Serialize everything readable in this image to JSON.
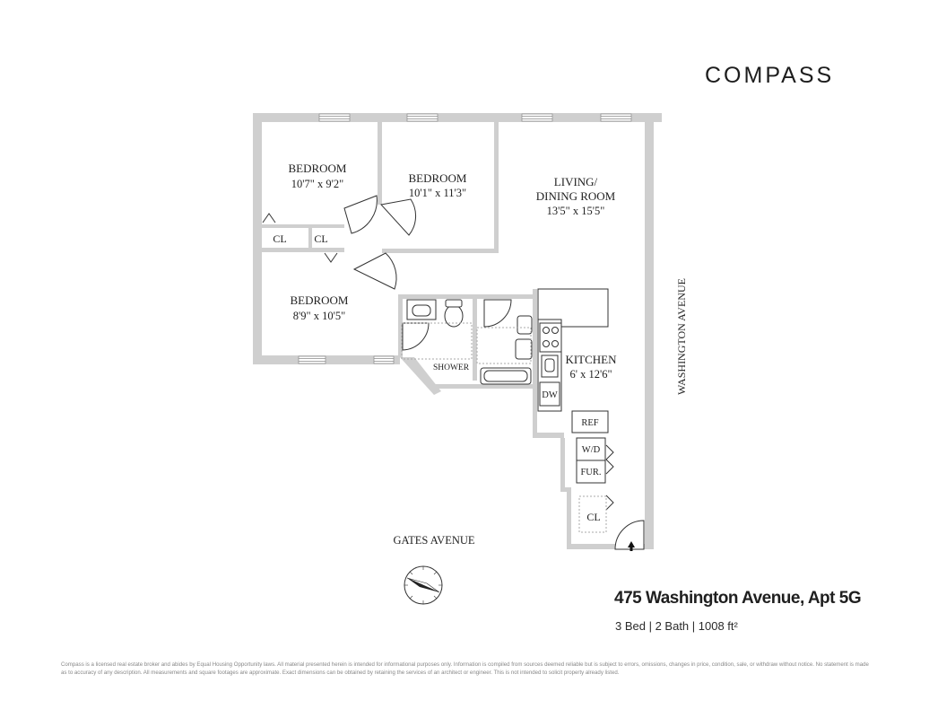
{
  "brand": {
    "name": "COMPASS"
  },
  "listing": {
    "address": "475 Washington Avenue, Apt 5G",
    "specs": "3 Bed | 2 Bath | 1008 ft²"
  },
  "rooms": {
    "bedroom_a": {
      "name": "BEDROOM",
      "dims": "10'7\" x 9'2\""
    },
    "bedroom_b": {
      "name": "BEDROOM",
      "dims": "10'1\" x 11'3\""
    },
    "bedroom_c": {
      "name": "BEDROOM",
      "dims": "8'9\" x 10'5\""
    },
    "living": {
      "name_line1": "LIVING/",
      "name_line2": "DINING ROOM",
      "dims": "13'5\" x 15'5\""
    },
    "kitchen": {
      "name": "KITCHEN",
      "dims": "6' x 12'6\""
    },
    "closet_1": "CL",
    "closet_2": "CL",
    "closet_3": "CL",
    "shower": "SHOWER",
    "dishwasher": "DW",
    "refrigerator": "REF",
    "washer_dryer": "W/D",
    "furnace": "FUR."
  },
  "streets": {
    "gates": "GATES AVENUE",
    "washington": "WASHINGTON AVENUE"
  },
  "disclaimer": "Compass is a licensed real estate broker and abides by Equal Housing Opportunity laws. All material presented herein is intended for informational purposes only. Information is compiled from sources deemed reliable but is subject to errors, omissions, changes in price, condition, sale, or withdraw without notice. No statement is made as to accuracy of any description. All measurements and square footages are approximate. Exact dimensions can be obtained by retaining the services of an architect or engineer. This is not intended to solicit property already listed."
}
